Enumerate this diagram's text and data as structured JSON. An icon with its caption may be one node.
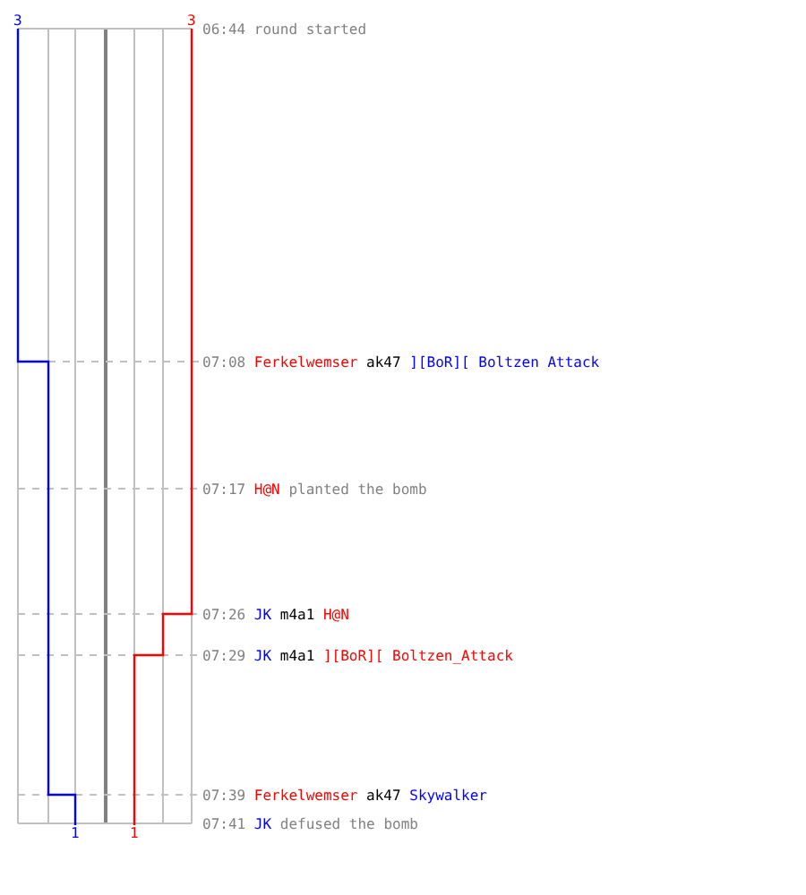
{
  "diagram": {
    "labels": [
      "3",
      "3",
      "06:44 round started",
      "07:08 Ferkelwemser ak47 ][BoR][ Boltzen Attack",
      "07:17 H@N planted the bomb",
      "07:26 JK m4a1 H@N",
      "07:29 JK m4a1 ][BoR][ Boltzen_Attack",
      "07:39 Ferkelwemser ak47 Skywalker",
      "1",
      "1",
      "07:41 JK defused the bomb"
    ]
  }
}
